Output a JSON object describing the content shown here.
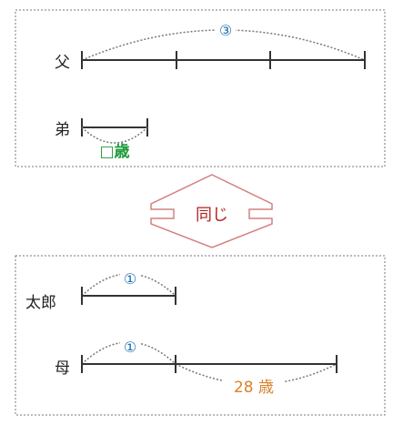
{
  "top_panel": {
    "father_label": "父",
    "father_ratio_label": "③",
    "brother_label": "弟",
    "brother_age_label": "□歳"
  },
  "connector": {
    "label": "同じ"
  },
  "bottom_panel": {
    "taro_label": "太郎",
    "taro_ratio_label": "①",
    "mother_label": "母",
    "mother_ratio_label": "①",
    "mother_extra_label": "28 歳"
  },
  "colors": {
    "line": "#333333",
    "panel_border": "#777777",
    "dotted_arc": "#777777",
    "ratio_blue": "#1a6fb0",
    "age_green": "#1f9a3c",
    "age_orange": "#d9822b",
    "arrow_stroke": "#d48080",
    "arrow_text": "#b22222"
  }
}
